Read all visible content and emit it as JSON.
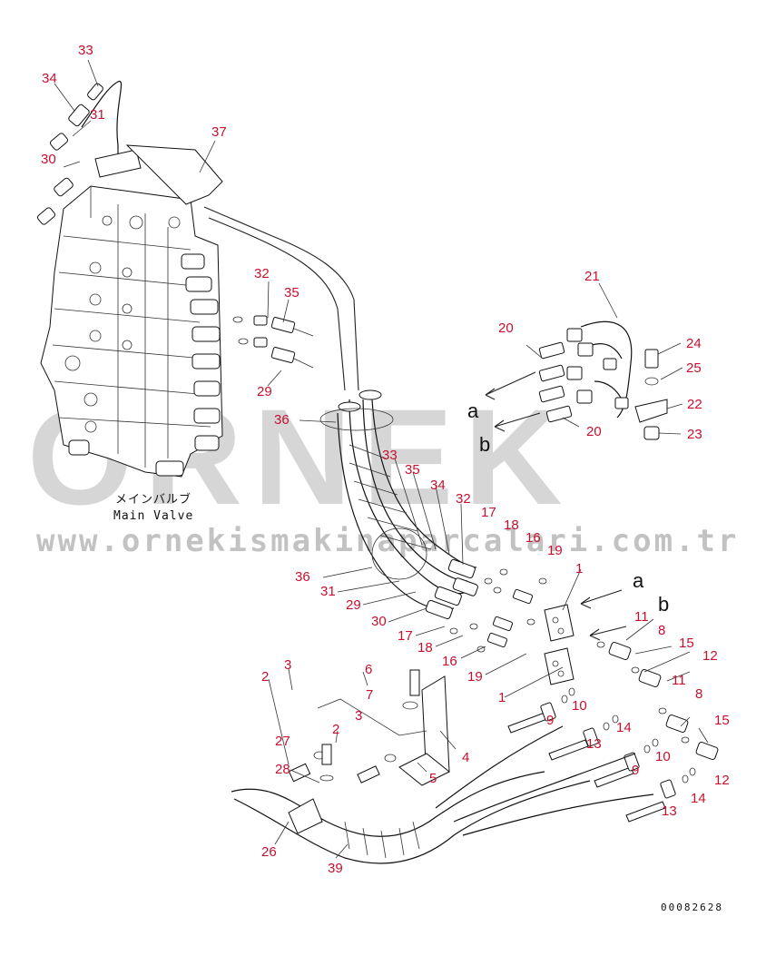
{
  "caption": {
    "japanese": "メインバルブ",
    "english": "Main Valve"
  },
  "drawing_code": "00082628",
  "watermark": {
    "brand": "ORNEK",
    "url": "www.ornekismakinaparcalari.com.tr"
  },
  "letters": [
    "a",
    "b",
    "a",
    "b"
  ],
  "part_labels": [
    "33",
    "34",
    "31",
    "30",
    "37",
    "32",
    "35",
    "29",
    "36",
    "21",
    "20",
    "20",
    "24",
    "25",
    "22",
    "23",
    "33",
    "35",
    "34",
    "32",
    "17",
    "18",
    "16",
    "19",
    "36",
    "31",
    "29",
    "30",
    "17",
    "18",
    "16",
    "19",
    "1",
    "1",
    "11",
    "8",
    "15",
    "12",
    "11",
    "8",
    "15",
    "12",
    "9",
    "10",
    "14",
    "13",
    "9",
    "10",
    "14",
    "13",
    "6",
    "7",
    "3",
    "2",
    "27",
    "3",
    "4",
    "5",
    "2",
    "28",
    "26",
    "39"
  ]
}
